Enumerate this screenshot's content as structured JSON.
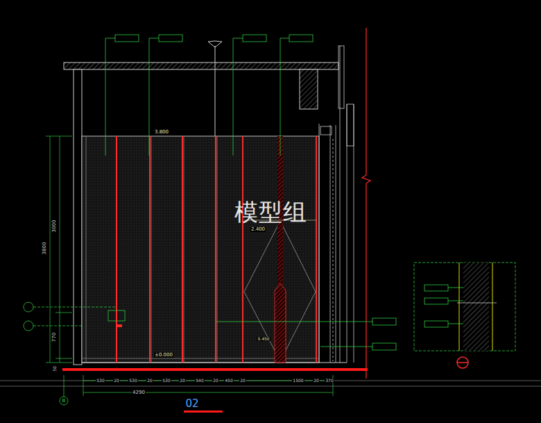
{
  "diagram": {
    "title": "02",
    "labels": [
      "3.800",
      "模型组",
      "2.400",
      "3000",
      "3800",
      "770",
      "50",
      "±0.000",
      "0.450",
      "530",
      "20",
      "530",
      "20",
      "530",
      "20",
      "540",
      "20",
      "450",
      "20",
      "1500",
      "20",
      "370",
      "4290",
      "B"
    ]
  }
}
